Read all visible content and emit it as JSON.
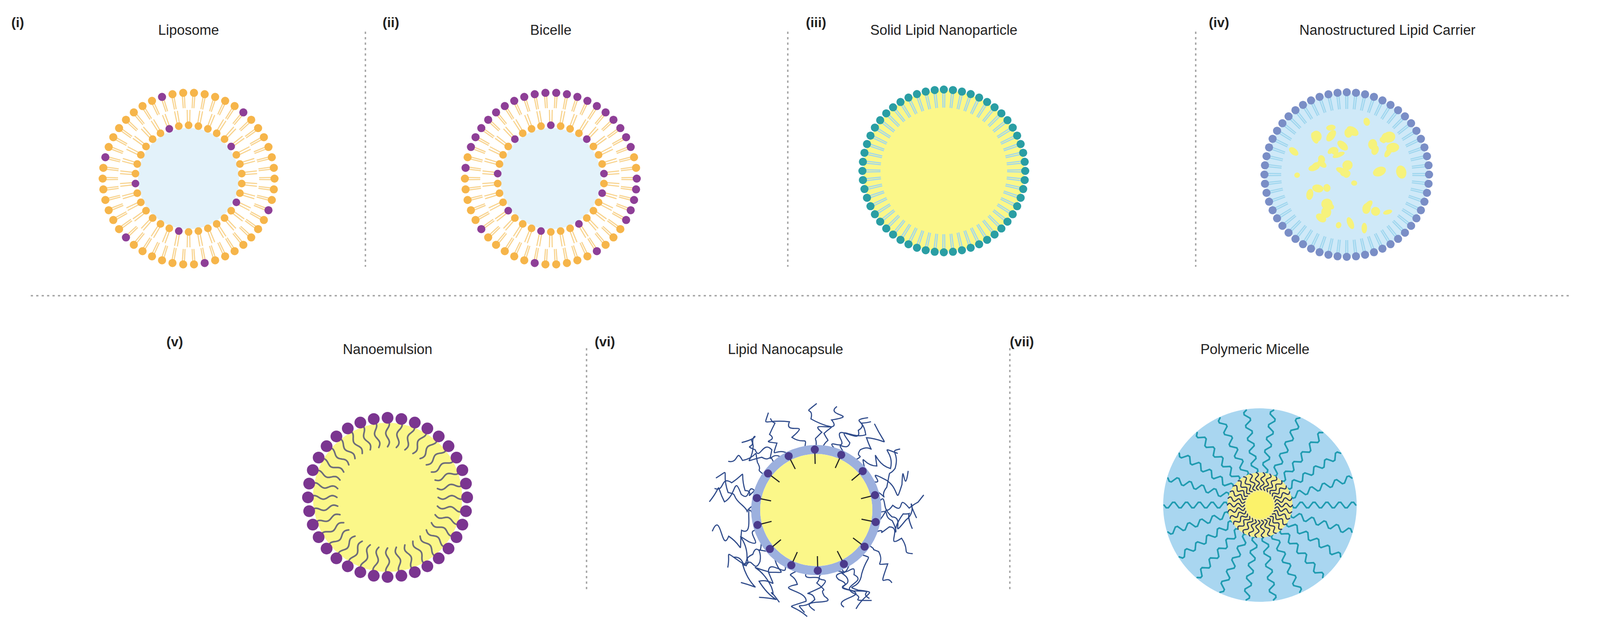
{
  "diagram": {
    "labels": [
      "(i)",
      "Liposome",
      "(ii)",
      "Bicelle",
      "(iii)",
      "Solid Lipid Nanoparticle",
      "(iv)",
      "Nanostructured Lipid Carrier",
      "(v)",
      "Nanoemulsion",
      "(vi)",
      "Lipid Nanocapsule",
      "(vii)",
      "Polymeric Micelle"
    ]
  }
}
